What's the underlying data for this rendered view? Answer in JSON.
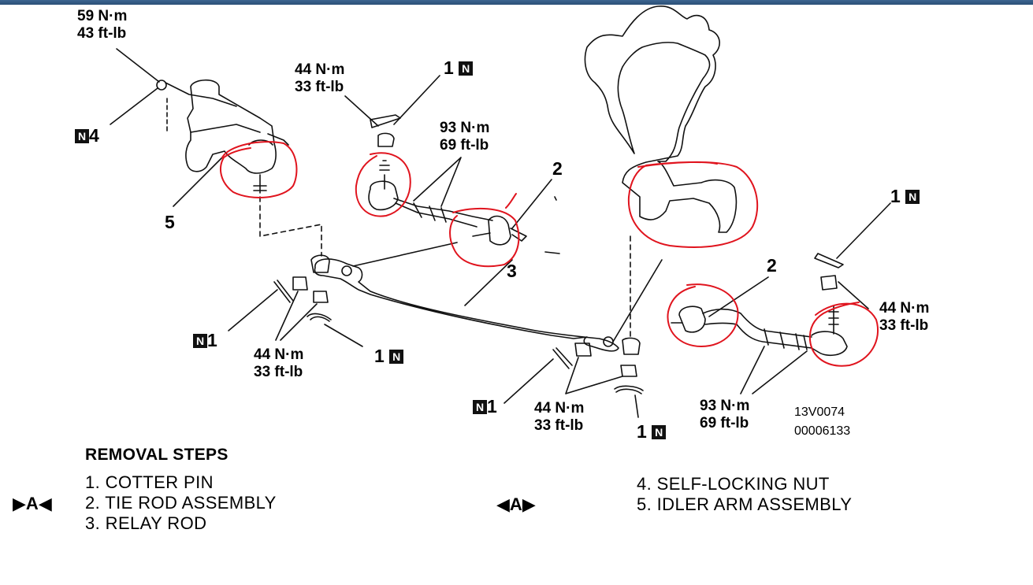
{
  "torques": {
    "t_59": {
      "nm": "59 N·m",
      "ftlb": "43 ft-lb"
    },
    "t_44_top": {
      "nm": "44 N·m",
      "ftlb": "33 ft-lb"
    },
    "t_93_top": {
      "nm": "93 N·m",
      "ftlb": "69 ft-lb"
    },
    "t_44_left": {
      "nm": "44 N·m",
      "ftlb": "33 ft-lb"
    },
    "t_44_mid": {
      "nm": "44 N·m",
      "ftlb": "33 ft-lb"
    },
    "t_93_right": {
      "nm": "93 N·m",
      "ftlb": "69 ft-lb"
    },
    "t_44_right": {
      "nm": "44 N·m",
      "ftlb": "33 ft-lb"
    }
  },
  "callouts": {
    "c_1_top": {
      "num": "1",
      "mark": "N"
    },
    "c_n4": {
      "mark": "N",
      "num": "4"
    },
    "c_5": {
      "num": "5"
    },
    "c_2_top": {
      "num": "2"
    },
    "c_3": {
      "num": "3"
    },
    "c_1_right": {
      "num": "1",
      "mark": "N"
    },
    "c_2_right": {
      "num": "2"
    },
    "c_n1_left": {
      "mark": "N",
      "num": "1"
    },
    "c_1_left": {
      "num": "1",
      "mark": "N"
    },
    "c_n1_mid": {
      "mark": "N",
      "num": "1"
    },
    "c_1_bottom": {
      "num": "1",
      "mark": "N"
    }
  },
  "figure_codes": [
    "13V0074",
    "00006133"
  ],
  "removal": {
    "heading": "REMOVAL STEPS",
    "steps_left": [
      "1. COTTER PIN",
      "2. TIE ROD ASSEMBLY",
      "3. RELAY ROD"
    ],
    "steps_right": [
      "4. SELF-LOCKING NUT",
      "5. IDLER ARM ASSEMBLY"
    ],
    "marker_left": "A",
    "marker_right": "A"
  },
  "colors": {
    "annotation": "#e0141e",
    "ink": "#111111",
    "titlebar": "#2f5680"
  }
}
